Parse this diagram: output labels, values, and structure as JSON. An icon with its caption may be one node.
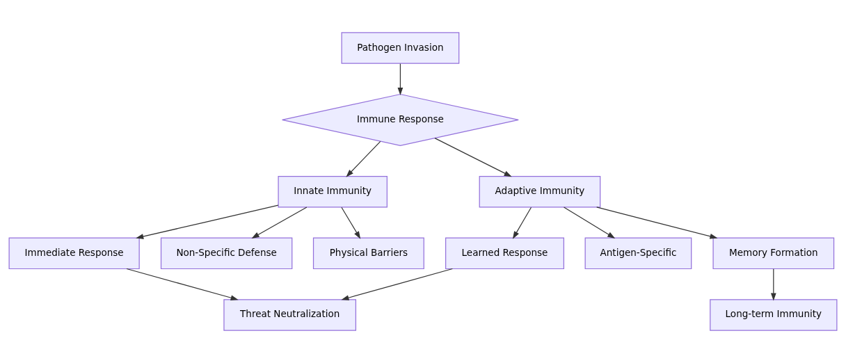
{
  "diagram": {
    "nodes": [
      {
        "text": [
          "Pathogen Invasion"
        ]
      },
      {
        "text": [
          "Immune Response"
        ]
      },
      {
        "text": [
          "Innate Immunity"
        ]
      },
      {
        "text": [
          "Adaptive Immunity"
        ]
      },
      {
        "text": [
          "Immediate Response"
        ]
      },
      {
        "text": [
          "Non-Specific Defense"
        ]
      },
      {
        "text": [
          "Physical Barriers"
        ]
      },
      {
        "text": [
          "Learned Response"
        ]
      },
      {
        "text": [
          "Antigen-Specific"
        ]
      },
      {
        "text": [
          "Memory Formation"
        ]
      },
      {
        "text": [
          "Threat Neutralization"
        ]
      },
      {
        "text": [
          "Long-term Immunity"
        ]
      }
    ],
    "edges": [
      {
        "from": 0,
        "to": 1,
        "arrow": "to"
      },
      {
        "from": 1,
        "to": 2,
        "arrow": "to"
      },
      {
        "from": 1,
        "to": 3,
        "arrow": "to"
      },
      {
        "from": 2,
        "to": 4,
        "arrow": "to"
      },
      {
        "from": 2,
        "to": 5,
        "arrow": "to"
      },
      {
        "from": 2,
        "to": 6,
        "arrow": "to"
      },
      {
        "from": 3,
        "to": 7,
        "arrow": "to"
      },
      {
        "from": 3,
        "to": 8,
        "arrow": "to"
      },
      {
        "from": 3,
        "to": 9,
        "arrow": "to"
      },
      {
        "from": 4,
        "to": 10,
        "arrow": "to"
      },
      {
        "from": 7,
        "to": 10,
        "arrow": "to"
      },
      {
        "from": 9,
        "to": 11,
        "arrow": "to"
      }
    ]
  }
}
